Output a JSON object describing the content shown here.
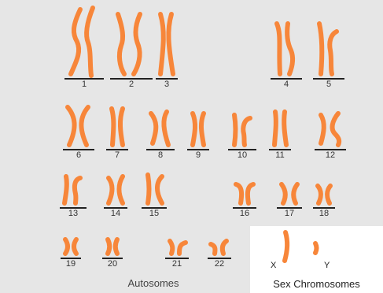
{
  "autosomes": {
    "label": "Autosomes",
    "pairs": [
      {
        "num": "1"
      },
      {
        "num": "2"
      },
      {
        "num": "3"
      },
      {
        "num": "4"
      },
      {
        "num": "5"
      },
      {
        "num": "6"
      },
      {
        "num": "7"
      },
      {
        "num": "8"
      },
      {
        "num": "9"
      },
      {
        "num": "10"
      },
      {
        "num": "11"
      },
      {
        "num": "12"
      },
      {
        "num": "13"
      },
      {
        "num": "14"
      },
      {
        "num": "15"
      },
      {
        "num": "16"
      },
      {
        "num": "17"
      },
      {
        "num": "18"
      },
      {
        "num": "19"
      },
      {
        "num": "20"
      },
      {
        "num": "21"
      },
      {
        "num": "22"
      }
    ]
  },
  "sex_chromosomes": {
    "title": "Sex Chromosomes",
    "x_label": "X",
    "y_label": "Y"
  },
  "colors": {
    "chromosome": "#f7863a",
    "background": "#e6e6e6",
    "panel": "#ffffff"
  }
}
